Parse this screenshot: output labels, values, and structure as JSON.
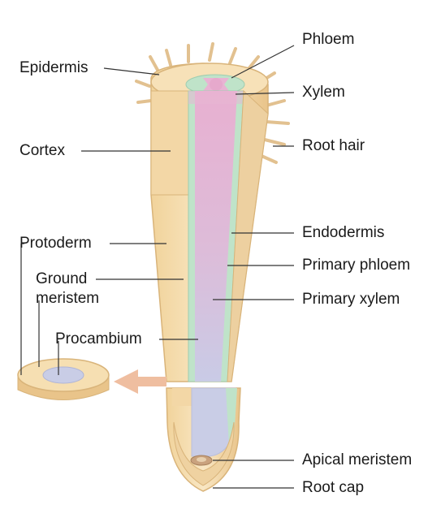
{
  "labels": {
    "phloem": "Phloem",
    "epidermis": "Epidermis",
    "xylem": "Xylem",
    "cortex": "Cortex",
    "root_hair": "Root hair",
    "protoderm": "Protoderm",
    "endodermis": "Endodermis",
    "ground_line1": "Ground",
    "ground_line2": "meristem",
    "primary_phloem": "Primary phloem",
    "primary_xylem": "Primary xylem",
    "procambium": "Procambium",
    "apical_meristem": "Apical meristem",
    "root_cap": "Root cap"
  },
  "colors": {
    "tissue_cream": "#f6dfb2",
    "tissue_edge": "#d9b47a",
    "xylem_pink": "#e8b6d3",
    "phloem_green": "#bfe3c9",
    "procambium_blue": "#c9cde6",
    "apical_brown": "#c9a27e",
    "arrow_salmon": "#efbea0",
    "leader_line": "#333333"
  }
}
